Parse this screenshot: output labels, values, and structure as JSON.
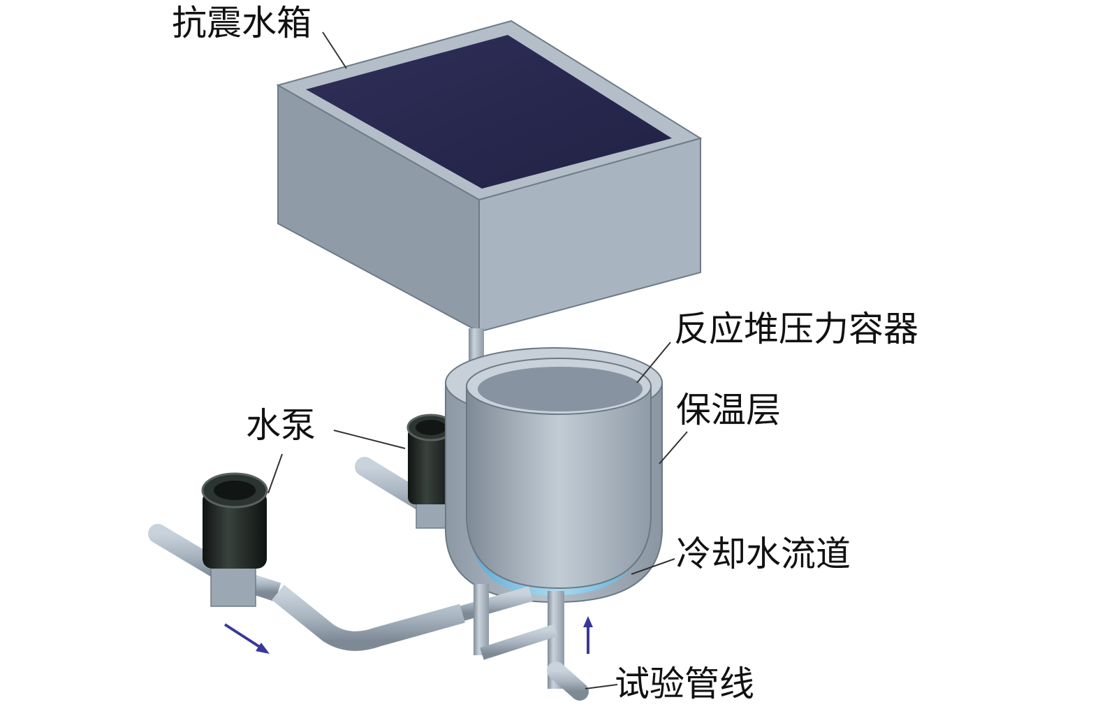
{
  "labels": {
    "tank": "抗震水箱",
    "reactor_vessel": "反应堆压力容器",
    "insulation": "保温层",
    "pump": "水泵",
    "cooling_channel": "冷却水流道",
    "test_line": "试验管线"
  },
  "colors": {
    "water": "#28284e",
    "tank_front": "#8e9aa6",
    "tank_side": "#a9b5c0",
    "pipe": "#aab6c2",
    "vessel": "#a4b0bc",
    "pump_body": "#1e2420",
    "cooling_water": "#7cc3e6",
    "arrow": "#38389a"
  }
}
